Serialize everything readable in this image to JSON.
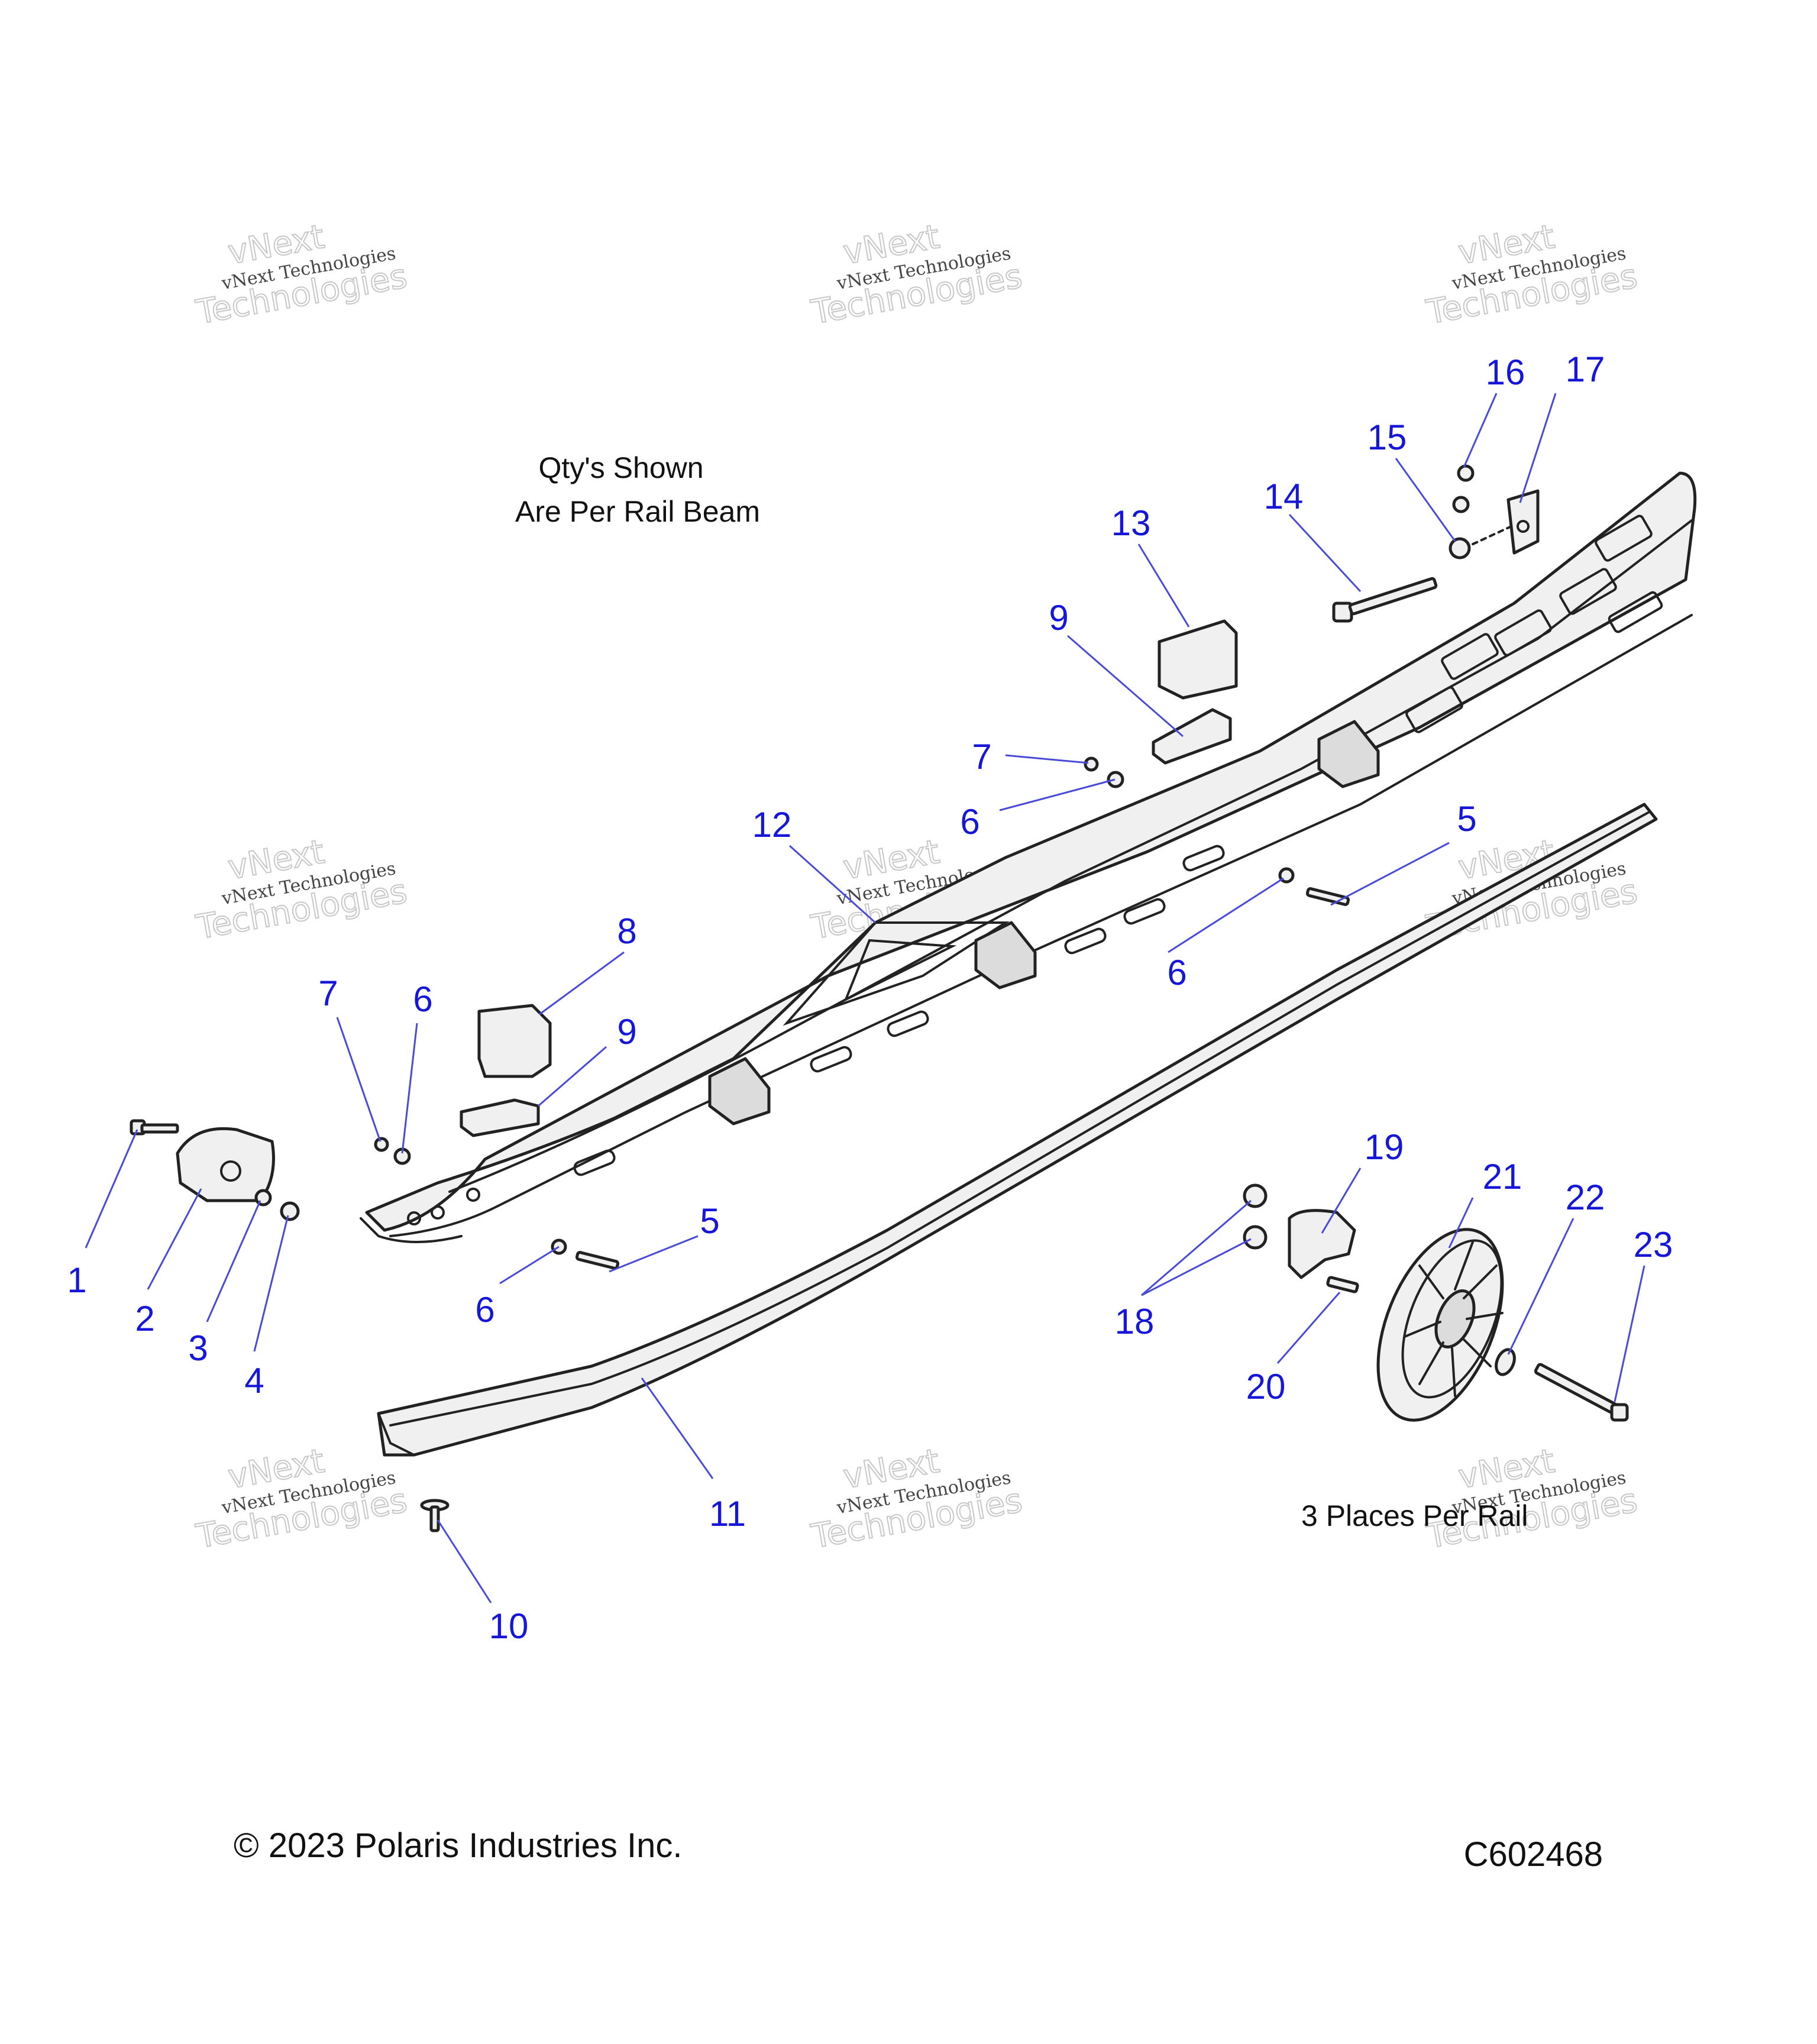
{
  "diagram": {
    "notes": {
      "qty_line1": "Qty's Shown",
      "qty_line2": "Are Per Rail Beam",
      "places": "3 Places Per Rail"
    },
    "footer": {
      "copyright": "© 2023 Polaris Industries Inc.",
      "code": "C602468"
    },
    "watermark": {
      "small": "vNext Technologies",
      "big_top": "vNext",
      "big_bottom": "Technologies"
    },
    "callouts": [
      {
        "id": "c1",
        "label": "1"
      },
      {
        "id": "c2",
        "label": "2"
      },
      {
        "id": "c3",
        "label": "3"
      },
      {
        "id": "c4",
        "label": "4"
      },
      {
        "id": "c5a",
        "label": "5"
      },
      {
        "id": "c5b",
        "label": "5"
      },
      {
        "id": "c6a",
        "label": "6"
      },
      {
        "id": "c6b",
        "label": "6"
      },
      {
        "id": "c6c",
        "label": "6"
      },
      {
        "id": "c6d",
        "label": "6"
      },
      {
        "id": "c7a",
        "label": "7"
      },
      {
        "id": "c7b",
        "label": "7"
      },
      {
        "id": "c8",
        "label": "8"
      },
      {
        "id": "c9a",
        "label": "9"
      },
      {
        "id": "c9b",
        "label": "9"
      },
      {
        "id": "c10",
        "label": "10"
      },
      {
        "id": "c11",
        "label": "11"
      },
      {
        "id": "c12",
        "label": "12"
      },
      {
        "id": "c13",
        "label": "13"
      },
      {
        "id": "c14",
        "label": "14"
      },
      {
        "id": "c15",
        "label": "15"
      },
      {
        "id": "c16",
        "label": "16"
      },
      {
        "id": "c17",
        "label": "17"
      },
      {
        "id": "c18",
        "label": "18"
      },
      {
        "id": "c19",
        "label": "19"
      },
      {
        "id": "c20",
        "label": "20"
      },
      {
        "id": "c21",
        "label": "21"
      },
      {
        "id": "c22",
        "label": "22"
      },
      {
        "id": "c23",
        "label": "23"
      }
    ],
    "colors": {
      "callout": "#1616d8",
      "leader": "#4a4ad8",
      "line": "#222222",
      "part_fill": "#f0f0f0"
    }
  }
}
